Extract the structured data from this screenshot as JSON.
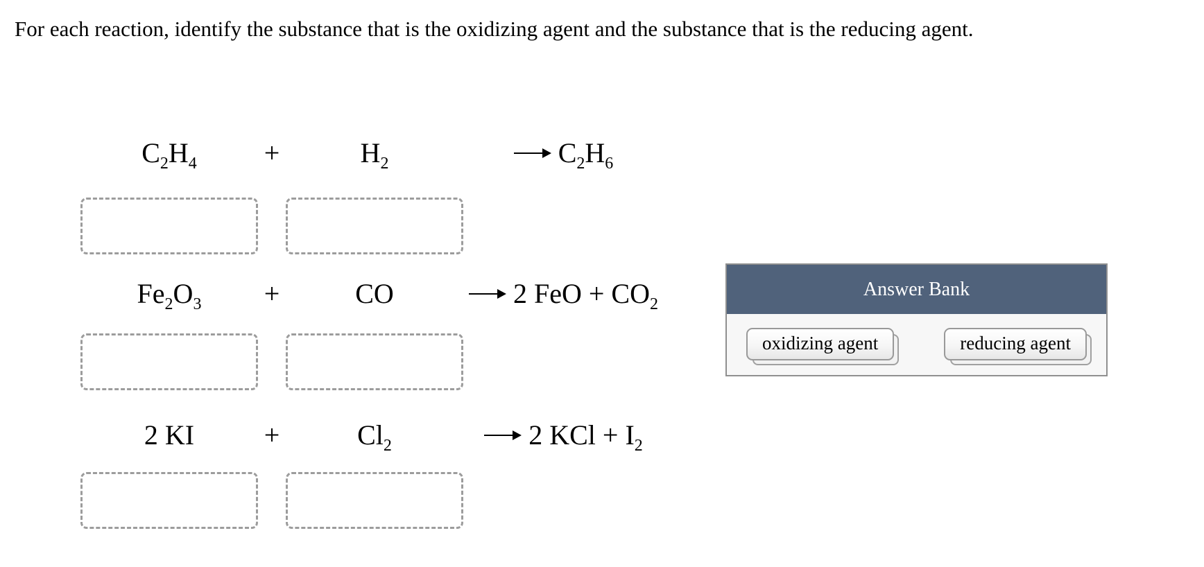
{
  "page": {
    "title": "For each reaction, identify the substance that is the oxidizing agent and the substance that is the reducing agent."
  },
  "reactions": [
    {
      "reactant1": [
        {
          "t": "C"
        },
        {
          "s": "2"
        },
        {
          "t": "H"
        },
        {
          "s": "4"
        }
      ],
      "operator": "+",
      "reactant2": [
        {
          "t": "H"
        },
        {
          "s": "2"
        }
      ],
      "arrow": "long-right-arrow",
      "products": [
        {
          "t": "C"
        },
        {
          "s": "2"
        },
        {
          "t": "H"
        },
        {
          "s": "6"
        }
      ],
      "drop_targets": [
        {
          "value": ""
        },
        {
          "value": ""
        }
      ]
    },
    {
      "reactant1": [
        {
          "t": "Fe"
        },
        {
          "s": "2"
        },
        {
          "t": "O"
        },
        {
          "s": "3"
        }
      ],
      "operator": "+",
      "reactant2": [
        {
          "t": "CO"
        }
      ],
      "arrow": "long-right-arrow",
      "products": [
        {
          "t": "2 FeO + CO"
        },
        {
          "s": "2"
        }
      ],
      "drop_targets": [
        {
          "value": ""
        },
        {
          "value": ""
        }
      ]
    },
    {
      "reactant1": [
        {
          "t": "2 KI"
        }
      ],
      "operator": "+",
      "reactant2": [
        {
          "t": "Cl"
        },
        {
          "s": "2"
        }
      ],
      "arrow": "long-right-arrow",
      "products": [
        {
          "t": "2 KCl + I"
        },
        {
          "s": "2"
        }
      ],
      "drop_targets": [
        {
          "value": ""
        },
        {
          "value": ""
        }
      ]
    }
  ],
  "answer_bank": {
    "title": "Answer Bank",
    "items": [
      {
        "label": "oxidizing agent"
      },
      {
        "label": "reducing agent"
      }
    ],
    "colors": {
      "header_bg": "#50627b",
      "header_text": "#ffffff",
      "body_bg": "#f7f7f7",
      "panel_border": "#8f8f8f",
      "dashed_box_border": "#9c9c9c"
    }
  }
}
